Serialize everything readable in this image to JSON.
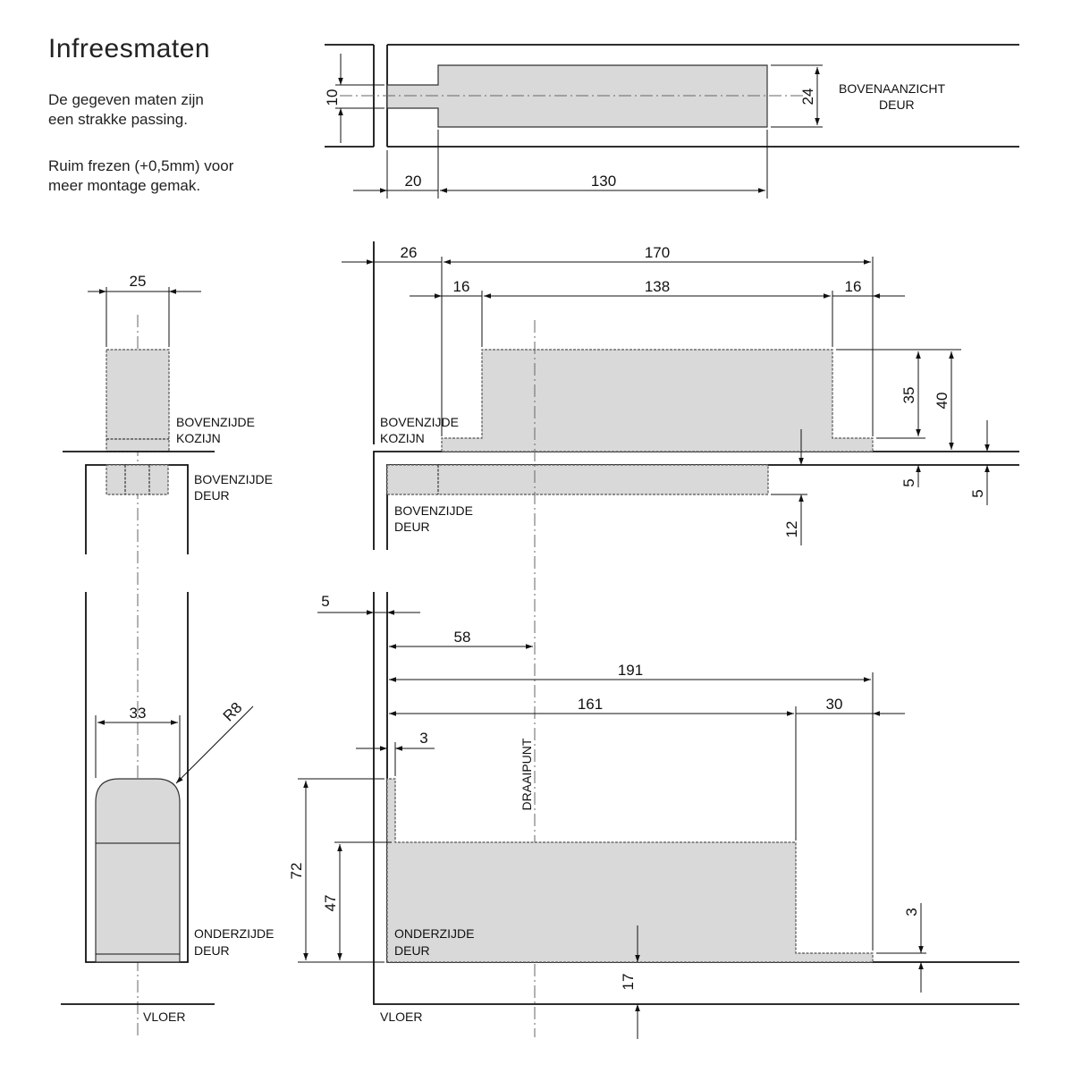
{
  "title": "Infreesmaten",
  "notes": [
    "De gegeven maten zijn\neen strakke passing.",
    "Ruim frezen (+0,5mm) voor\nmeer montage gemak."
  ],
  "labels": {
    "bovenaanzicht": "BOVENAANZICHT",
    "deur": "DEUR",
    "bovenzijde": "BOVENZIJDE",
    "kozijn": "KOZIJN",
    "onderzijde": "ONDERZIJDE",
    "vloer": "VLOER",
    "draaipunt": "DRAAIPUNT",
    "r8": "R8"
  },
  "dimensions": {
    "d10": "10",
    "d24": "24",
    "d20": "20",
    "d130": "130",
    "d25": "25",
    "d26": "26",
    "d170": "170",
    "d16": "16",
    "d138": "138",
    "d35": "35",
    "d40": "40",
    "d5": "5",
    "d12": "12",
    "d58": "58",
    "d191": "191",
    "d161": "161",
    "d30": "30",
    "d3": "3",
    "d33": "33",
    "d72": "72",
    "d47": "47",
    "d17": "17"
  }
}
